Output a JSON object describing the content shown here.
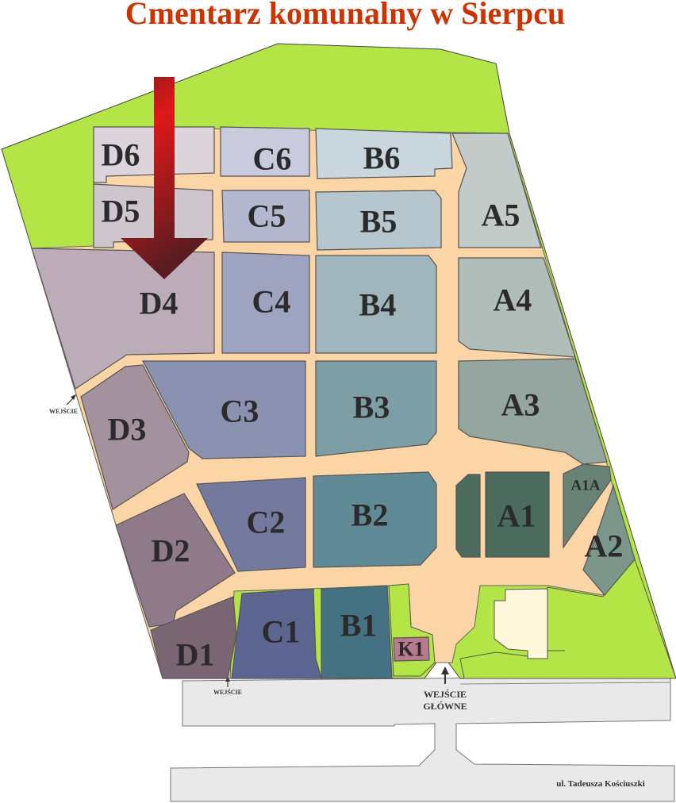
{
  "title": "Cmentarz komunalny w Sierpcu",
  "colors": {
    "title": "#cc3300",
    "green": "#b3e546",
    "path": "#fbd5a6",
    "road": "#e9e9e9",
    "arrow": "#c41818"
  },
  "sections": {
    "D6": "D6",
    "D5": "D5",
    "D4": "D4",
    "D3": "D3",
    "D2": "D2",
    "D1": "D1",
    "C6": "C6",
    "C5": "C5",
    "C4": "C4",
    "C3": "C3",
    "C2": "C2",
    "C1": "C1",
    "B6": "B6",
    "B5": "B5",
    "B4": "B4",
    "B3": "B3",
    "B2": "B2",
    "B1": "B1",
    "A5": "A5",
    "A4": "A4",
    "A3": "A3",
    "A1": "A1",
    "A1A": "A1A",
    "A2": "A2",
    "K1": "K1"
  },
  "entrances": {
    "side_west": "WEJŚCIE",
    "side_south": "WEJŚCIE",
    "main_line1": "WEJŚCIE",
    "main_line2": "GŁÓWNE"
  },
  "street": "ul. Tadeusza Kościuszki",
  "marker_icon": "down-arrow-icon"
}
